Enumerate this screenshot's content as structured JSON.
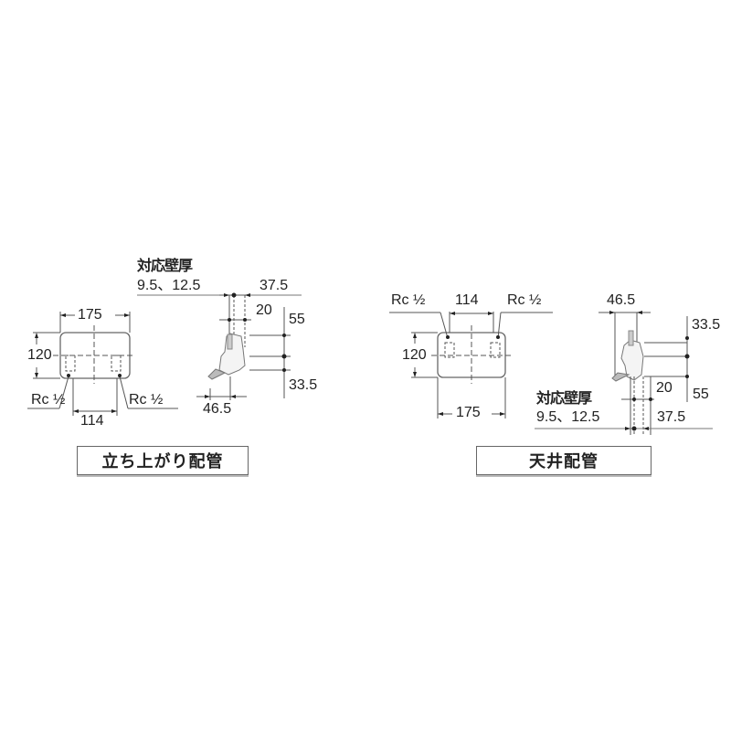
{
  "diagrams": [
    {
      "caption": "立ち上がり配管",
      "front_view": {
        "width": "175",
        "height": "120",
        "pipe_spacing": "114",
        "left_thread": "Rc ½",
        "right_thread": "Rc ½"
      },
      "side_view": {
        "wall_label": "対応壁厚",
        "wall_values": "9.5、12.5",
        "dim_top": "37.5",
        "dim_inner": "20",
        "dim_upper_vertical": "55",
        "dim_lower_vertical": "33.5",
        "dim_bottom": "46.5"
      }
    },
    {
      "caption": "天井配管",
      "front_view": {
        "width": "175",
        "height": "120",
        "pipe_spacing": "114",
        "left_thread": "Rc ½",
        "right_thread": "Rc ½"
      },
      "side_view": {
        "wall_label": "対応壁厚",
        "wall_values": "9.5、12.5",
        "dim_top": "46.5",
        "dim_upper_vertical": "33.5",
        "dim_inner": "20",
        "dim_lower_vertical": "55",
        "dim_bottom": "37.5"
      }
    }
  ]
}
